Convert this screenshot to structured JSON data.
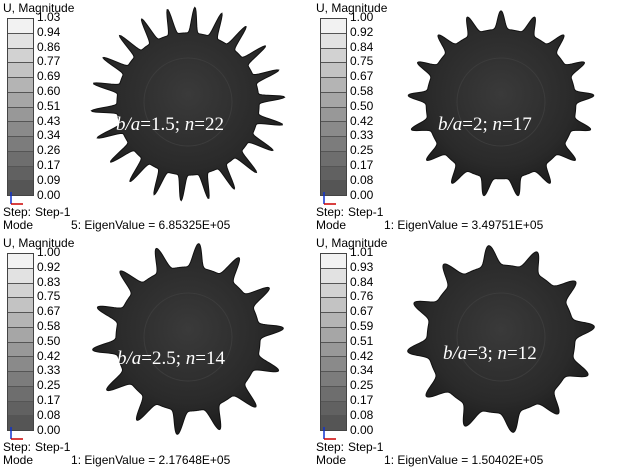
{
  "panels": [
    {
      "legend_title": "U, Magnitude",
      "values": [
        "1.03",
        "0.94",
        "0.86",
        "0.77",
        "0.69",
        "0.60",
        "0.51",
        "0.43",
        "0.34",
        "0.26",
        "0.17",
        "0.09",
        "0.00"
      ],
      "step_label": "Step:",
      "step_value": "Step-1",
      "mode_label": "Mode",
      "eigen_text": "5: EigenValue =  6.85325E+05",
      "caption": {
        "ratio_var": "b/a",
        "ratio_value": "=1.5;",
        "n_var": "n",
        "n_value": "=22"
      },
      "lobes": 22
    },
    {
      "legend_title": "U, Magnitude",
      "values": [
        "1.00",
        "0.92",
        "0.84",
        "0.75",
        "0.67",
        "0.58",
        "0.50",
        "0.42",
        "0.33",
        "0.25",
        "0.17",
        "0.08",
        "0.00"
      ],
      "step_label": "Step:",
      "step_value": "Step-1",
      "mode_label": "Mode",
      "eigen_text": "1: EigenValue =  3.49751E+05",
      "caption": {
        "ratio_var": "b/a",
        "ratio_value": "=2;",
        "n_var": "n",
        "n_value": "=17"
      },
      "lobes": 17
    },
    {
      "legend_title": "U, Magnitude",
      "values": [
        "1.00",
        "0.92",
        "0.83",
        "0.75",
        "0.67",
        "0.58",
        "0.50",
        "0.42",
        "0.33",
        "0.25",
        "0.17",
        "0.08",
        "0.00"
      ],
      "step_label": "Step:",
      "step_value": "Step-1",
      "mode_label": "Mode",
      "eigen_text": "1: EigenValue =  2.17648E+05",
      "caption": {
        "ratio_var": "b/a",
        "ratio_value": "=2.5;",
        "n_var": "n",
        "n_value": "=14"
      },
      "lobes": 14
    },
    {
      "legend_title": "U, Magnitude",
      "values": [
        "1.01",
        "0.93",
        "0.84",
        "0.76",
        "0.67",
        "0.59",
        "0.51",
        "0.42",
        "0.34",
        "0.25",
        "0.17",
        "0.08",
        "0.00"
      ],
      "step_label": "Step:",
      "step_value": "Step-1",
      "mode_label": "Mode",
      "eigen_text": "1: EigenValue =  1.50402E+05",
      "caption": {
        "ratio_var": "b/a",
        "ratio_value": "=3;",
        "n_var": "n",
        "n_value": "=12"
      },
      "lobes": 12
    }
  ],
  "colors": {
    "shape_fill": "#2a2a2a",
    "shape_edge": "#111111",
    "axis_red": "#cc0000",
    "axis_blue": "#1133cc"
  },
  "legend_grays": [
    "#f2f2f2",
    "#e2e2e2",
    "#d2d2d2",
    "#c3c3c3",
    "#b4b4b4",
    "#a6a6a6",
    "#989898",
    "#8a8a8a",
    "#7c7c7c",
    "#6e6e6e",
    "#616161",
    "#555555"
  ]
}
